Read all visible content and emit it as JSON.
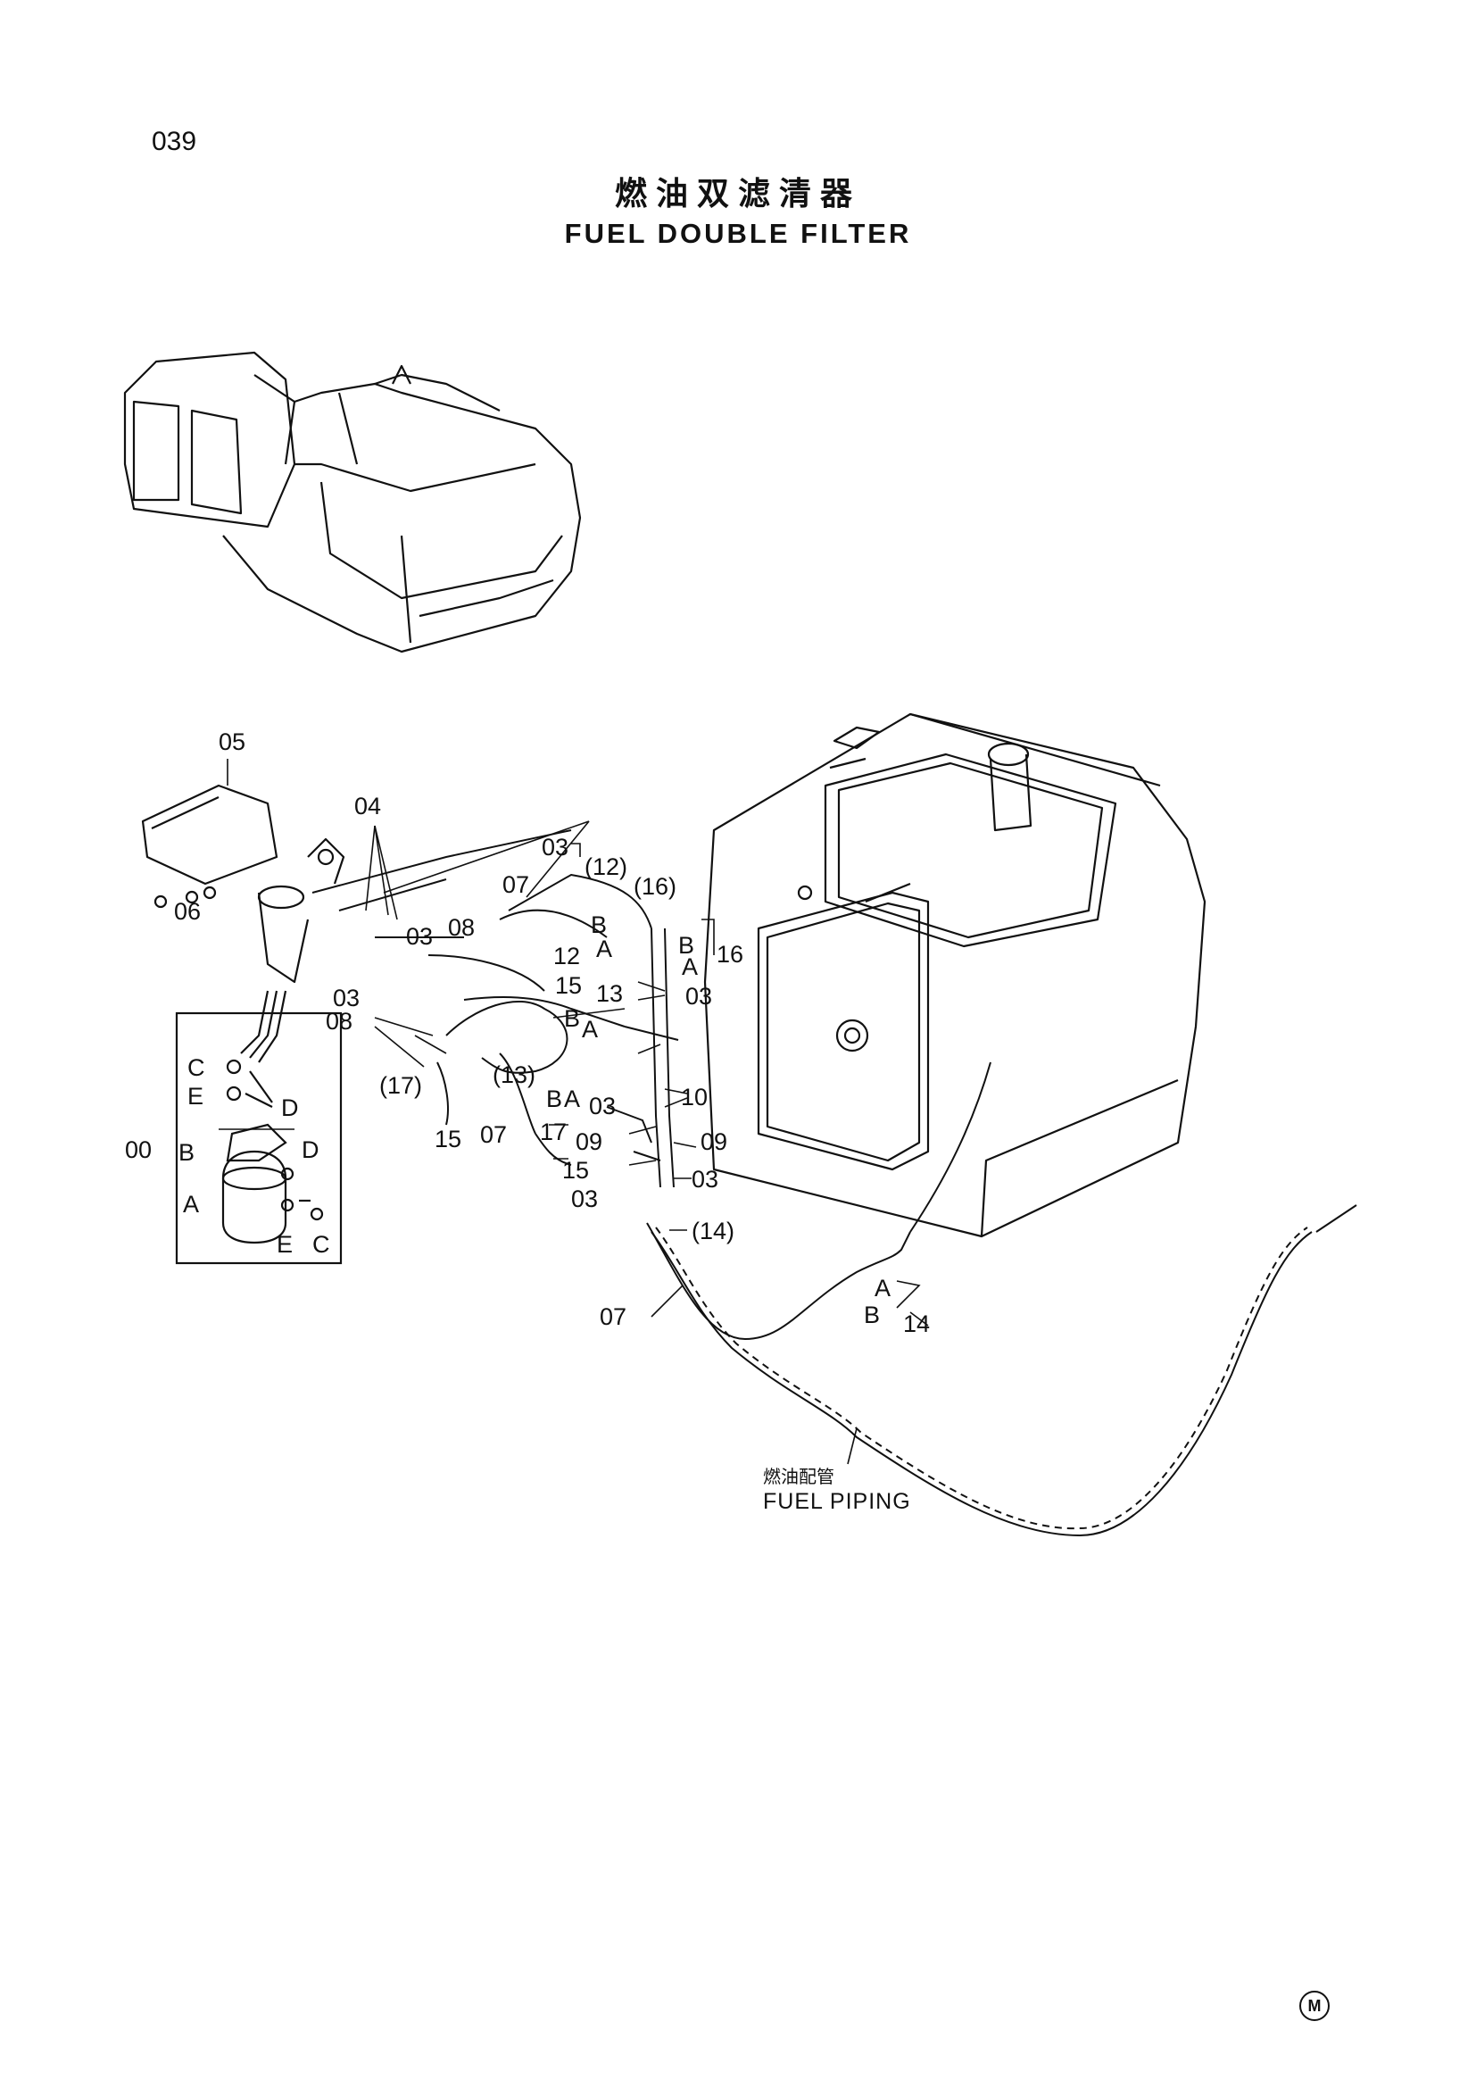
{
  "page_number": "039",
  "title_cn": "燃油双滤清器",
  "title_en": "FUEL DOUBLE FILTER",
  "piping_label_cn": "燃油配管",
  "piping_label_en": "FUEL PIPING",
  "corner_mark": "M",
  "callouts": {
    "c05": "05",
    "c04": "04",
    "c03a": "03",
    "c12a": "(12)",
    "c07a": "07",
    "c16a": "(16)",
    "c06": "06",
    "c03b": "03",
    "c08a": "08",
    "cB1": "B",
    "cA1": "A",
    "c12b": "12",
    "cB2": "B",
    "cA2": "A",
    "c16b": "16",
    "c15a": "15",
    "c13a": "13",
    "c03c": "03",
    "c03d": "03",
    "c08b": "08",
    "cB3": "B",
    "cA3": "A",
    "c17a": "(17)",
    "c13b": "(13)",
    "cB4": "B",
    "cA4": "A",
    "c03e": "03",
    "c10": "10",
    "c15b": "15",
    "c07b": "07",
    "c17b": "17",
    "c09a": "09",
    "c09b": "09",
    "c15c": "15",
    "c03f": "03",
    "c03g": "03",
    "c14a": "(14)",
    "c07c": "07",
    "cA5": "A",
    "cB5": "B",
    "c14b": "14",
    "c00": "00",
    "kC1": "C",
    "kE1": "E",
    "kD1": "D",
    "kB": "B",
    "kD2": "D",
    "kA": "A",
    "kE2": "E",
    "kC2": "C"
  }
}
